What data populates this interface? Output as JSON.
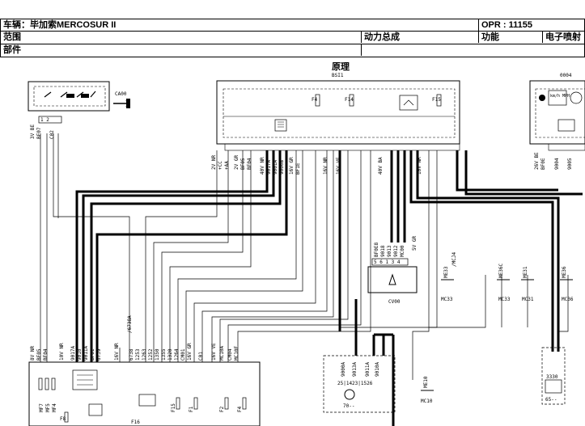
{
  "header": {
    "vehicle": "车辆：毕加索MERCOSUR II",
    "opr": "OPR : 11155",
    "scope_label": "范围",
    "scope_value": "动力总成",
    "function_label": "功能",
    "function_value": "电子喷射",
    "part_label": "部件"
  },
  "diagram": {
    "title": "原理",
    "ecu_code": "BSI1",
    "cluster_code": "0004",
    "ignition_code": "CA00",
    "horn_code": "CV00",
    "unit_70": "70--",
    "unit_65": "65--",
    "ground_labels": [
      "MC33",
      "MC33",
      "MC31",
      "MC36",
      "MC10"
    ],
    "ground_codes": [
      "ME33",
      "ME36C",
      "ME31",
      "ME36",
      "ME10"
    ],
    "wire_notes": [
      "/MCJ4",
      "/6738A",
      "5V GR"
    ],
    "speedo_label": "km/h MPH",
    "fuse_labels": [
      "F4",
      "F14",
      "F15",
      "F8",
      "F16",
      "F15",
      "F1",
      "F2",
      "F4"
    ],
    "connector_labels_ecu": [
      "2V NR",
      "+CC",
      "+AA",
      "2V GR",
      "BF05",
      "BF04",
      "40V NR",
      "9017A",
      "9001A",
      "9000B",
      "16V GR",
      "BF1E",
      "16V NR",
      "16V VE",
      "40V BA",
      "10V NR"
    ],
    "connector_labels_cluster": [
      "26V BE",
      "BF0E",
      "9004",
      "9005"
    ],
    "connector_labels_left": [
      "3V BE",
      "BF07",
      "C02"
    ],
    "connector_labels_bottom": [
      "8V NR",
      "BF05",
      "BF04",
      "10V NR",
      "9017A",
      "9010",
      "9011A",
      "BF01",
      "6739",
      "16V NR",
      "6738",
      "1253",
      "1263",
      "1252",
      "1350",
      "1355",
      "1320",
      "1264",
      "CM01",
      "16V GR",
      "C01",
      "16V VE",
      "MC10A",
      "CM04",
      "MC10F"
    ],
    "connector_labels_mid": [
      "BF0E8",
      "9018",
      "9013",
      "9012",
      "MC00"
    ],
    "connector_labels_70": [
      "9000A",
      "9013A",
      "9011A",
      "9010A"
    ],
    "pin_numbers_70": "25|1423|1526",
    "pin_numbers_65": "3330",
    "relay_labels": [
      "MF7",
      "MF5",
      "MF4"
    ]
  }
}
